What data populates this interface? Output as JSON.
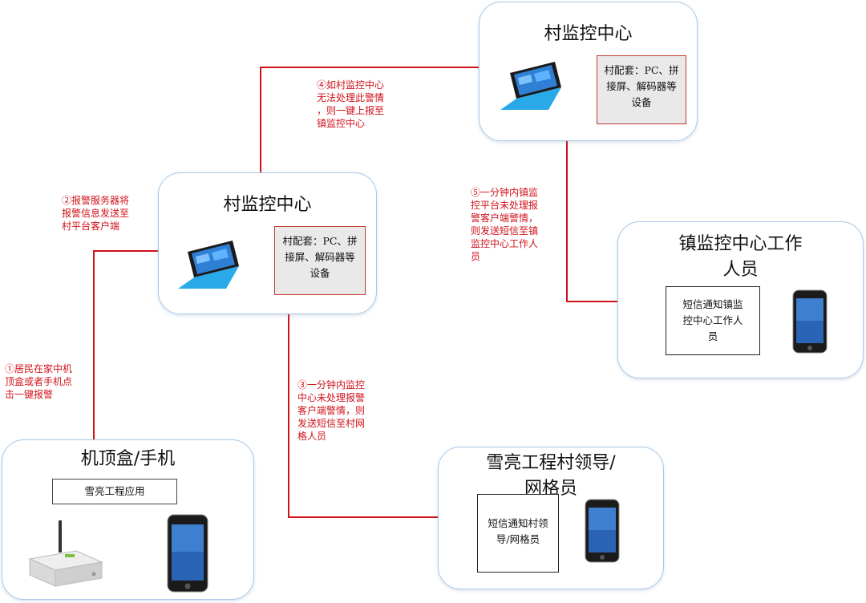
{
  "nodes": {
    "village_top": {
      "title": "村监控中心",
      "equipment_lines": [
        "村配套：PC、拼",
        "接屏、解码器等",
        "设备"
      ]
    },
    "village_mid": {
      "title": "村监控中心",
      "equipment_lines": [
        "村配套：PC、拼",
        "接屏、解码器等",
        "设备"
      ]
    },
    "town_staff": {
      "title_lines": [
        "镇监控中心工作",
        "人员"
      ],
      "sms_lines": [
        "短信通知镇监",
        "控中心工作人",
        "员"
      ]
    },
    "settop": {
      "title": "机顶盒/手机",
      "app_label": "雪亮工程应用"
    },
    "village_leader": {
      "title_lines": [
        "雪亮工程村领导/",
        "网格员"
      ],
      "sms_lines": [
        "短信通知村领",
        "导/网格员"
      ]
    }
  },
  "notes": {
    "step1": [
      "①居民在家中机",
      "顶盒或者手机点",
      "击一键报警"
    ],
    "step2": [
      "②报警服务器将",
      "报警信息发送至",
      "村平台客户端"
    ],
    "step3": [
      "③一分钟内监控",
      "中心未处理报警",
      "客户端警情，则",
      "发送短信至村网",
      "格人员"
    ],
    "step4": [
      "④如村监控中心",
      "无法处理此警情",
      "，则一键上报至",
      "镇监控中心"
    ],
    "step5": [
      "⑤一分钟内镇监",
      "控平台未处理报",
      "警客户端警情，",
      "则发送短信至镇",
      "监控中心工作人",
      "员"
    ]
  },
  "icons": {
    "tablet": "tablet-icon",
    "phone": "smartphone-icon",
    "settop_box": "set-top-box-icon"
  },
  "colors": {
    "connector": "#d0121b",
    "box_border": "#a9c8e6",
    "note_text": "#d0121b"
  }
}
